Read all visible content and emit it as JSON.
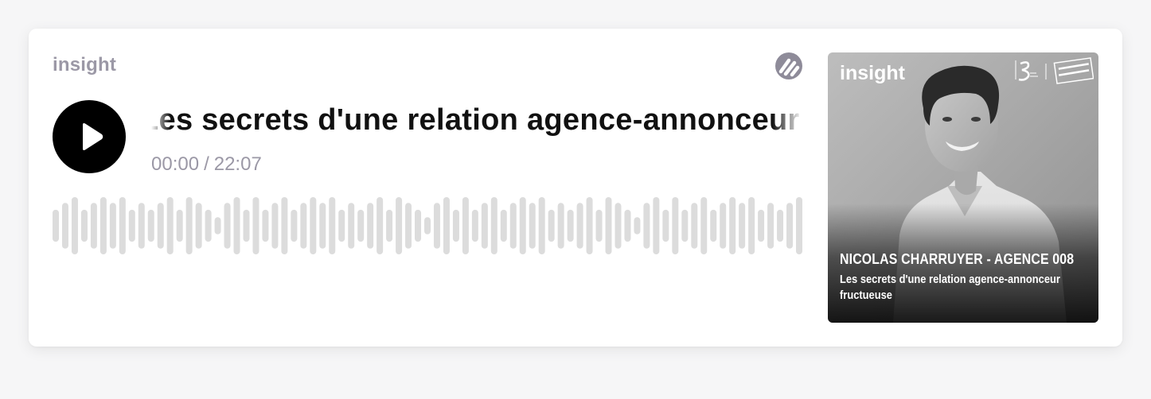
{
  "player": {
    "show_name": "insight",
    "episode_title": "Les secrets d'une relation agence-annonceur fructueuse",
    "time": {
      "current": "00:00",
      "separator": "/",
      "total": "22:07"
    },
    "progress": 0,
    "colors": {
      "muted_text": "#9b98a6",
      "title_text": "#111111",
      "play_button": "#000000",
      "waveform_bar": "#dcdcdc",
      "brand_icon": "#8e8b99"
    },
    "icons": {
      "play": "play-icon",
      "brand": "podcast-host-logo-icon"
    }
  },
  "cover": {
    "brand": "insight",
    "guest": "NICOLAS CHARRUYER - AGENCE 008",
    "subtitle_line1": "Les secrets d'une relation agence-annonceur",
    "subtitle_line2": "fructueuse"
  }
}
